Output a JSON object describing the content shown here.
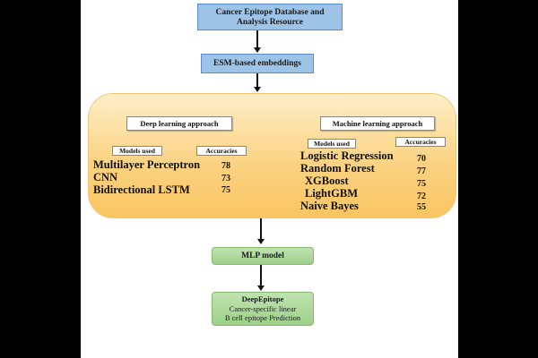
{
  "top_box": {
    "line1": "Cancer Epitope Database and",
    "line2": "Analysis Resource"
  },
  "embed_box": "ESM-based embeddings",
  "deep": {
    "header": "Deep learning approach",
    "models_label": "Models used",
    "acc_label": "Accuracies",
    "rows": [
      {
        "model": "Multilayer Perceptron",
        "acc": "78"
      },
      {
        "model": "CNN",
        "acc": "73"
      },
      {
        "model": "Bidirectional LSTM",
        "acc": "75"
      }
    ]
  },
  "ml": {
    "header": "Machine learning approach",
    "models_label": "Models used",
    "acc_label": "Accuracies",
    "rows": [
      {
        "model": "Logistic Regression",
        "acc": "70"
      },
      {
        "model": "Random Forest",
        "acc": "77"
      },
      {
        "model": "XGBoost",
        "acc": "75"
      },
      {
        "model": "LightGBM",
        "acc": "72"
      },
      {
        "model": "Naive Bayes",
        "acc": "55"
      }
    ]
  },
  "mlp_box": "MLP model",
  "final_box": {
    "line1": "DeepEpitope",
    "line2": "Cancer-specific linear",
    "line3": "B cell epitope Prediction"
  },
  "colors": {
    "blue_box": "#9dc3e6",
    "green_box": "#9ed08a",
    "panel": "#fbd384",
    "background": "#000000"
  }
}
